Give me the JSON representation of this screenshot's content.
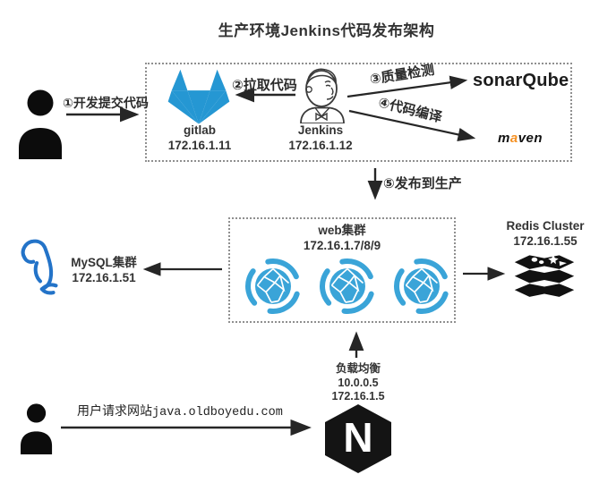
{
  "title": "生产环境Jenkins代码发布架构",
  "steps": {
    "s1": "①开发提交代码",
    "s2": "②拉取代码",
    "s3": "③质量检测",
    "s4": "④代码编译",
    "s5": "⑤发布到生产"
  },
  "nodes": {
    "gitlab": {
      "name": "gitlab",
      "ip": "172.16.1.11"
    },
    "jenkins": {
      "name": "Jenkins",
      "ip": "172.16.1.12"
    },
    "sonarqube": {
      "name": "sonarQube"
    },
    "maven": {
      "m": "m",
      "a": "a",
      "ven": "ven"
    },
    "web_cluster": {
      "name": "web集群",
      "ip": "172.16.1.7/8/9"
    },
    "mysql": {
      "name": "MySQL集群",
      "ip": "172.16.1.51"
    },
    "redis": {
      "name": "Redis Cluster",
      "ip": "172.16.1.55"
    },
    "nginx": {
      "name": "负载均衡",
      "ip1": "10.0.0.5",
      "ip2": "172.16.1.5",
      "letter": "N"
    }
  },
  "user_flow": {
    "request_prefix": "用户请求网站",
    "request_domain": "java.oldboyedu.com"
  },
  "icons": {
    "gitlab": "gitlab-tanuki-icon",
    "jenkins": "jenkins-butler-icon",
    "web_node": "globe-cluster-icon",
    "mysql": "mysql-dolphin-icon",
    "redis": "redis-stack-icon",
    "nginx": "nginx-hexagon-icon",
    "user": "person-silhouette-icon"
  },
  "colors": {
    "gitlab_blue": "#2597d3",
    "web_blue": "#3aa4d8",
    "mysql_blue": "#2373c8",
    "maven_orange": "#f59123",
    "arrow_dark": "#262626",
    "box_border_gray": "#8f8f8f"
  }
}
